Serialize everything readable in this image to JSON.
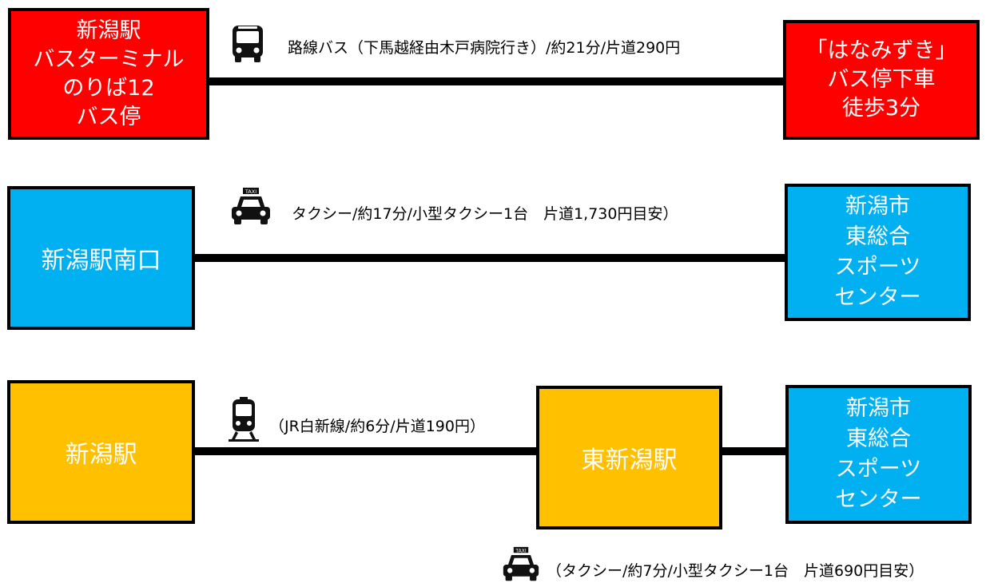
{
  "colors": {
    "red": "#ff0000",
    "blue": "#00b0f0",
    "yellow": "#ffc000",
    "line": "#000000"
  },
  "icons": {
    "bus": "bus-icon",
    "taxi": "taxi-icon",
    "train": "train-icon"
  },
  "taxi_sign": "TAXI",
  "route1": {
    "from": "新潟駅\nバスターミナル\nのりば12\nバス停",
    "to": "「はなみずき」\nバス停下車\n徒歩3分",
    "label": "路線バス（下馬越経由木戸病院行き）/約21分/片道290円"
  },
  "route2": {
    "from": "新潟駅南口",
    "to": "新潟市\n東総合\nスポーツ\nセンター",
    "label": "タクシー/約17分/小型タクシー1台　片道1,730円目安）"
  },
  "route3": {
    "from": "新潟駅",
    "mid": "東新潟駅",
    "to": "新潟市\n東総合\nスポーツ\nセンター",
    "label_train": "（JR白新線/約6分/片道190円）",
    "label_taxi": "（タクシー/約7分/小型タクシー1台　片道690円目安）"
  }
}
